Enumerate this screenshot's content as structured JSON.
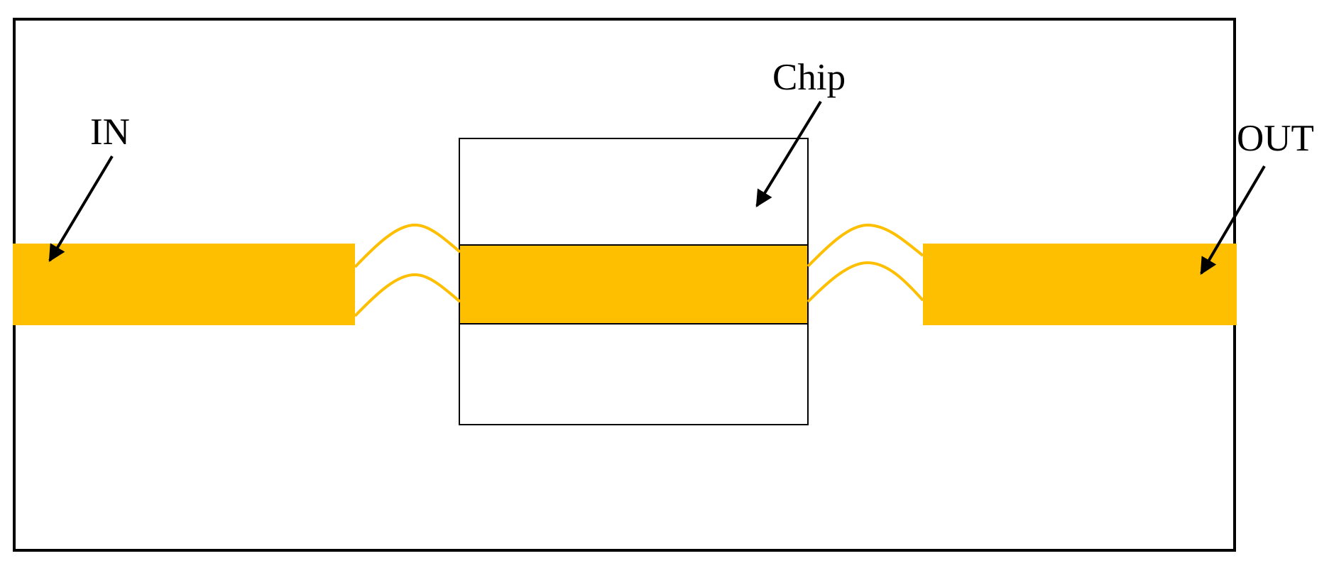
{
  "labels": {
    "input": "IN",
    "chip": "Chip",
    "output": "OUT"
  },
  "colors": {
    "trace": "#FDBF00",
    "outline": "#000000",
    "background": "#FFFFFF"
  }
}
